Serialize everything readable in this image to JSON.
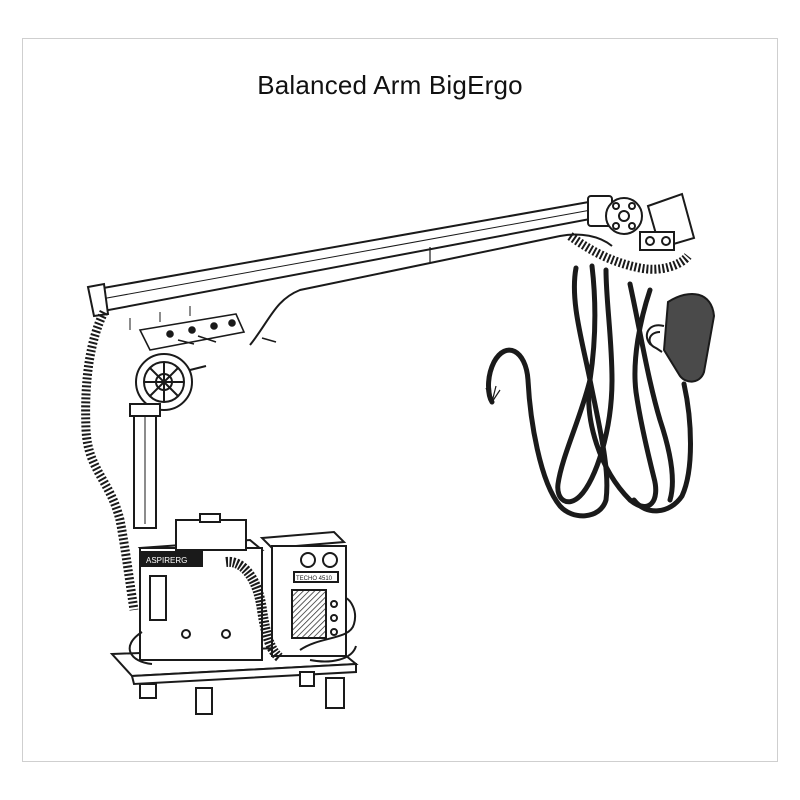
{
  "diagram": {
    "title": "Balanced Arm BigErgo",
    "unit_labels": {
      "feeder_brand": "ASPIRERG",
      "welder_model": "TECHO 4510"
    }
  },
  "colors": {
    "line": "#1a1a1a",
    "background": "#ffffff",
    "frame": "#cfcfcf"
  }
}
